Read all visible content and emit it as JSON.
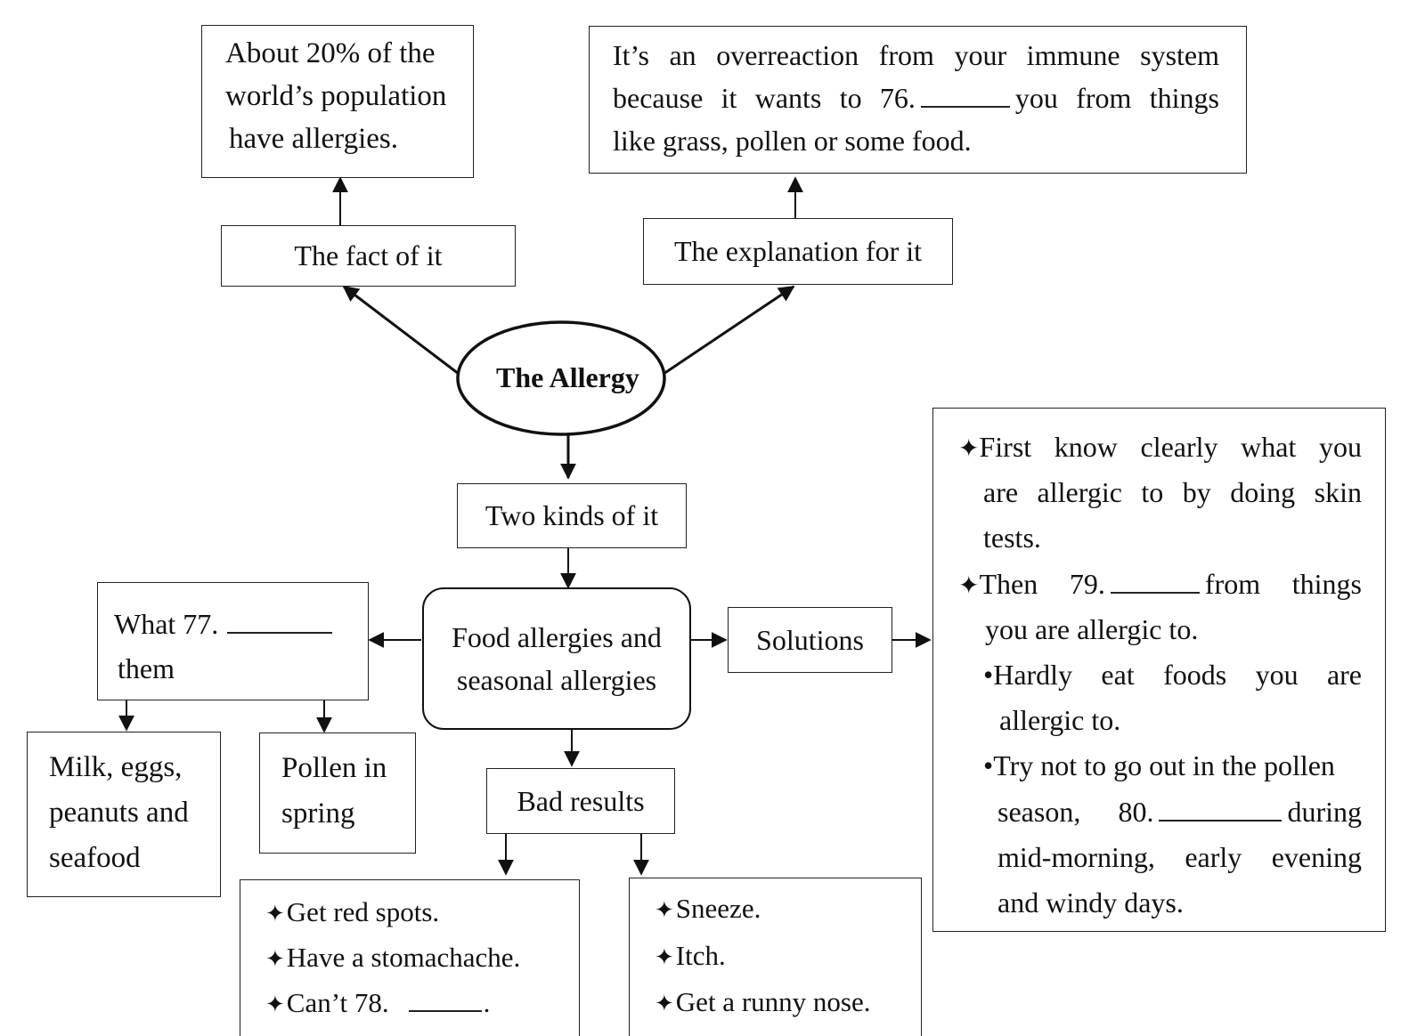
{
  "diagram": {
    "center": "The Allergy",
    "fact": {
      "label": "The fact of it",
      "lines": [
        "About 20% of the",
        "world’s population",
        "have allergies."
      ]
    },
    "explanation": {
      "label": "The explanation for it",
      "line1": "It’s an overreaction from your immune system",
      "line2_before": "because it wants to 76.",
      "line2_after": "you from things",
      "line3": "like grass, pollen or some food."
    },
    "kinds": {
      "label": "Two kinds of it",
      "types_line1": "Food allergies  and",
      "types_line2": "seasonal allergies"
    },
    "causes": {
      "line1": "What 77.",
      "line2": "them",
      "food_lines": [
        "Milk,  eggs,",
        "peanuts and",
        "seafood"
      ],
      "seasonal_lines": [
        "Pollen in",
        "spring"
      ]
    },
    "results": {
      "label": "Bad results",
      "food_items": [
        "Get red spots.",
        "Have a stomachache.",
        "Can’t 78."
      ],
      "seasonal_items": [
        "Sneeze.",
        "Itch.",
        "Get a runny nose."
      ]
    },
    "solutions": {
      "label": "Solutions",
      "star_symbol": "✦",
      "bullet_symbol": "•",
      "s1_line1": "First  know  clearly  what  you",
      "s1_line2": "are  allergic  to  by  doing  skin",
      "s1_line3": "tests.",
      "s2_before": "Then  79.",
      "s2_after": "from things",
      "s2_line2": "you are allergic to.",
      "b1_line1": "Hardly  eat  foods  you  are",
      "b1_line2": "allergic to.",
      "b2_line1": "Try not to go out in the pollen",
      "b2_before": "season, 80.",
      "b2_after": "during",
      "b2_line3": "mid-morning,  early  evening",
      "b2_line4": "and windy days."
    }
  }
}
